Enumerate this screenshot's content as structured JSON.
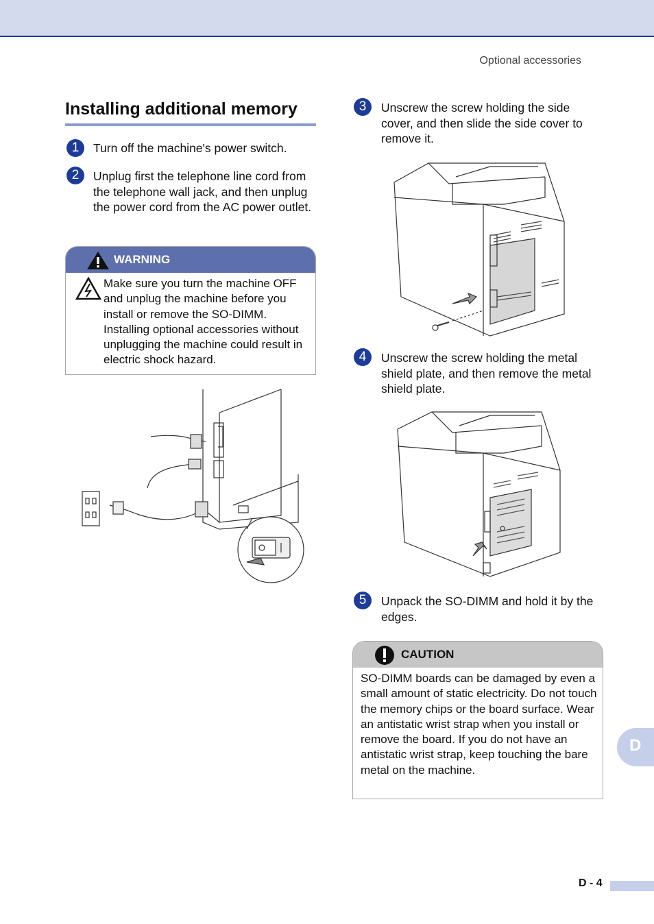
{
  "header": {
    "section": "Optional accessories"
  },
  "title": "Installing additional memory",
  "steps": [
    {
      "num": "1",
      "text": "Turn off the machine's power switch."
    },
    {
      "num": "2",
      "text": "Unplug first the telephone line cord from the telephone wall jack, and then unplug the power cord from the AC power outlet."
    },
    {
      "num": "3",
      "text": "Unscrew the screw holding the side cover, and then slide the side cover to remove it."
    },
    {
      "num": "4",
      "text": "Unscrew the screw holding the metal shield plate, and then remove the metal shield plate."
    },
    {
      "num": "5",
      "text": "Unpack the SO-DIMM and hold it by the edges."
    }
  ],
  "warning": {
    "title": "WARNING",
    "text": "Make sure you turn the machine OFF and unplug the machine before you install or remove the SO-DIMM. Installing optional accessories without unplugging the machine could result in electric shock hazard."
  },
  "caution": {
    "title": "CAUTION",
    "text": "SO-DIMM boards can be damaged by even a small amount of static electricity. Do not touch the memory chips or the board surface. Wear an antistatic wrist strap when you install or remove the board. If you do not have an antistatic wrist strap, keep touching the bare metal on the machine."
  },
  "side_tab": "D",
  "page_number": "D - 4",
  "colors": {
    "accent": "#1d3c99",
    "warning_header": "#5e6fae",
    "caution_header": "#c6c6c6",
    "tab": "#c5cfea"
  }
}
